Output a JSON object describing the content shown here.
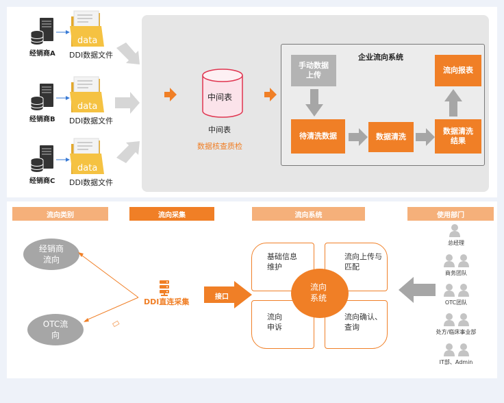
{
  "top": {
    "distributors": [
      {
        "name": "经销商A",
        "file_label": "DDI数据文件",
        "folder_text": "data"
      },
      {
        "name": "经销商B",
        "file_label": "DDI数据文件",
        "folder_text": "data"
      },
      {
        "name": "经销商C",
        "file_label": "DDI数据文件",
        "folder_text": "data"
      }
    ],
    "middle_table": {
      "cylinder_label": "中间表",
      "caption": "中间表",
      "subcaption": "数据核查质检"
    },
    "system": {
      "title": "企业流向系统",
      "manual_upload": "手动数据上传",
      "pending_clean": "待清洗数据",
      "cleaning": "数据清洗",
      "clean_result": "数据清洗结果",
      "report": "流向报表"
    }
  },
  "bottom": {
    "headers": {
      "categories": "流向类别",
      "collection": "流向采集",
      "system": "流向系统",
      "users": "使用部门"
    },
    "categories": [
      "经销商流向",
      "OTC流向"
    ],
    "collection_label": "DDI直连采集",
    "interface_label": "接口",
    "center": "流向系统",
    "petals": {
      "top_left": "基础信息维护",
      "top_right": "流向上传与匹配",
      "bottom_left": "流向申诉",
      "bottom_right": "流向确认、查询"
    },
    "roles": [
      "总经理",
      "商务团队",
      "OTC团队",
      "处方/临床事业部",
      "IT部、Admin"
    ]
  },
  "colors": {
    "orange": "#f07f26",
    "light_orange": "#f5b07a",
    "gray": "#b3b3b3",
    "folder": "#f5c242"
  }
}
